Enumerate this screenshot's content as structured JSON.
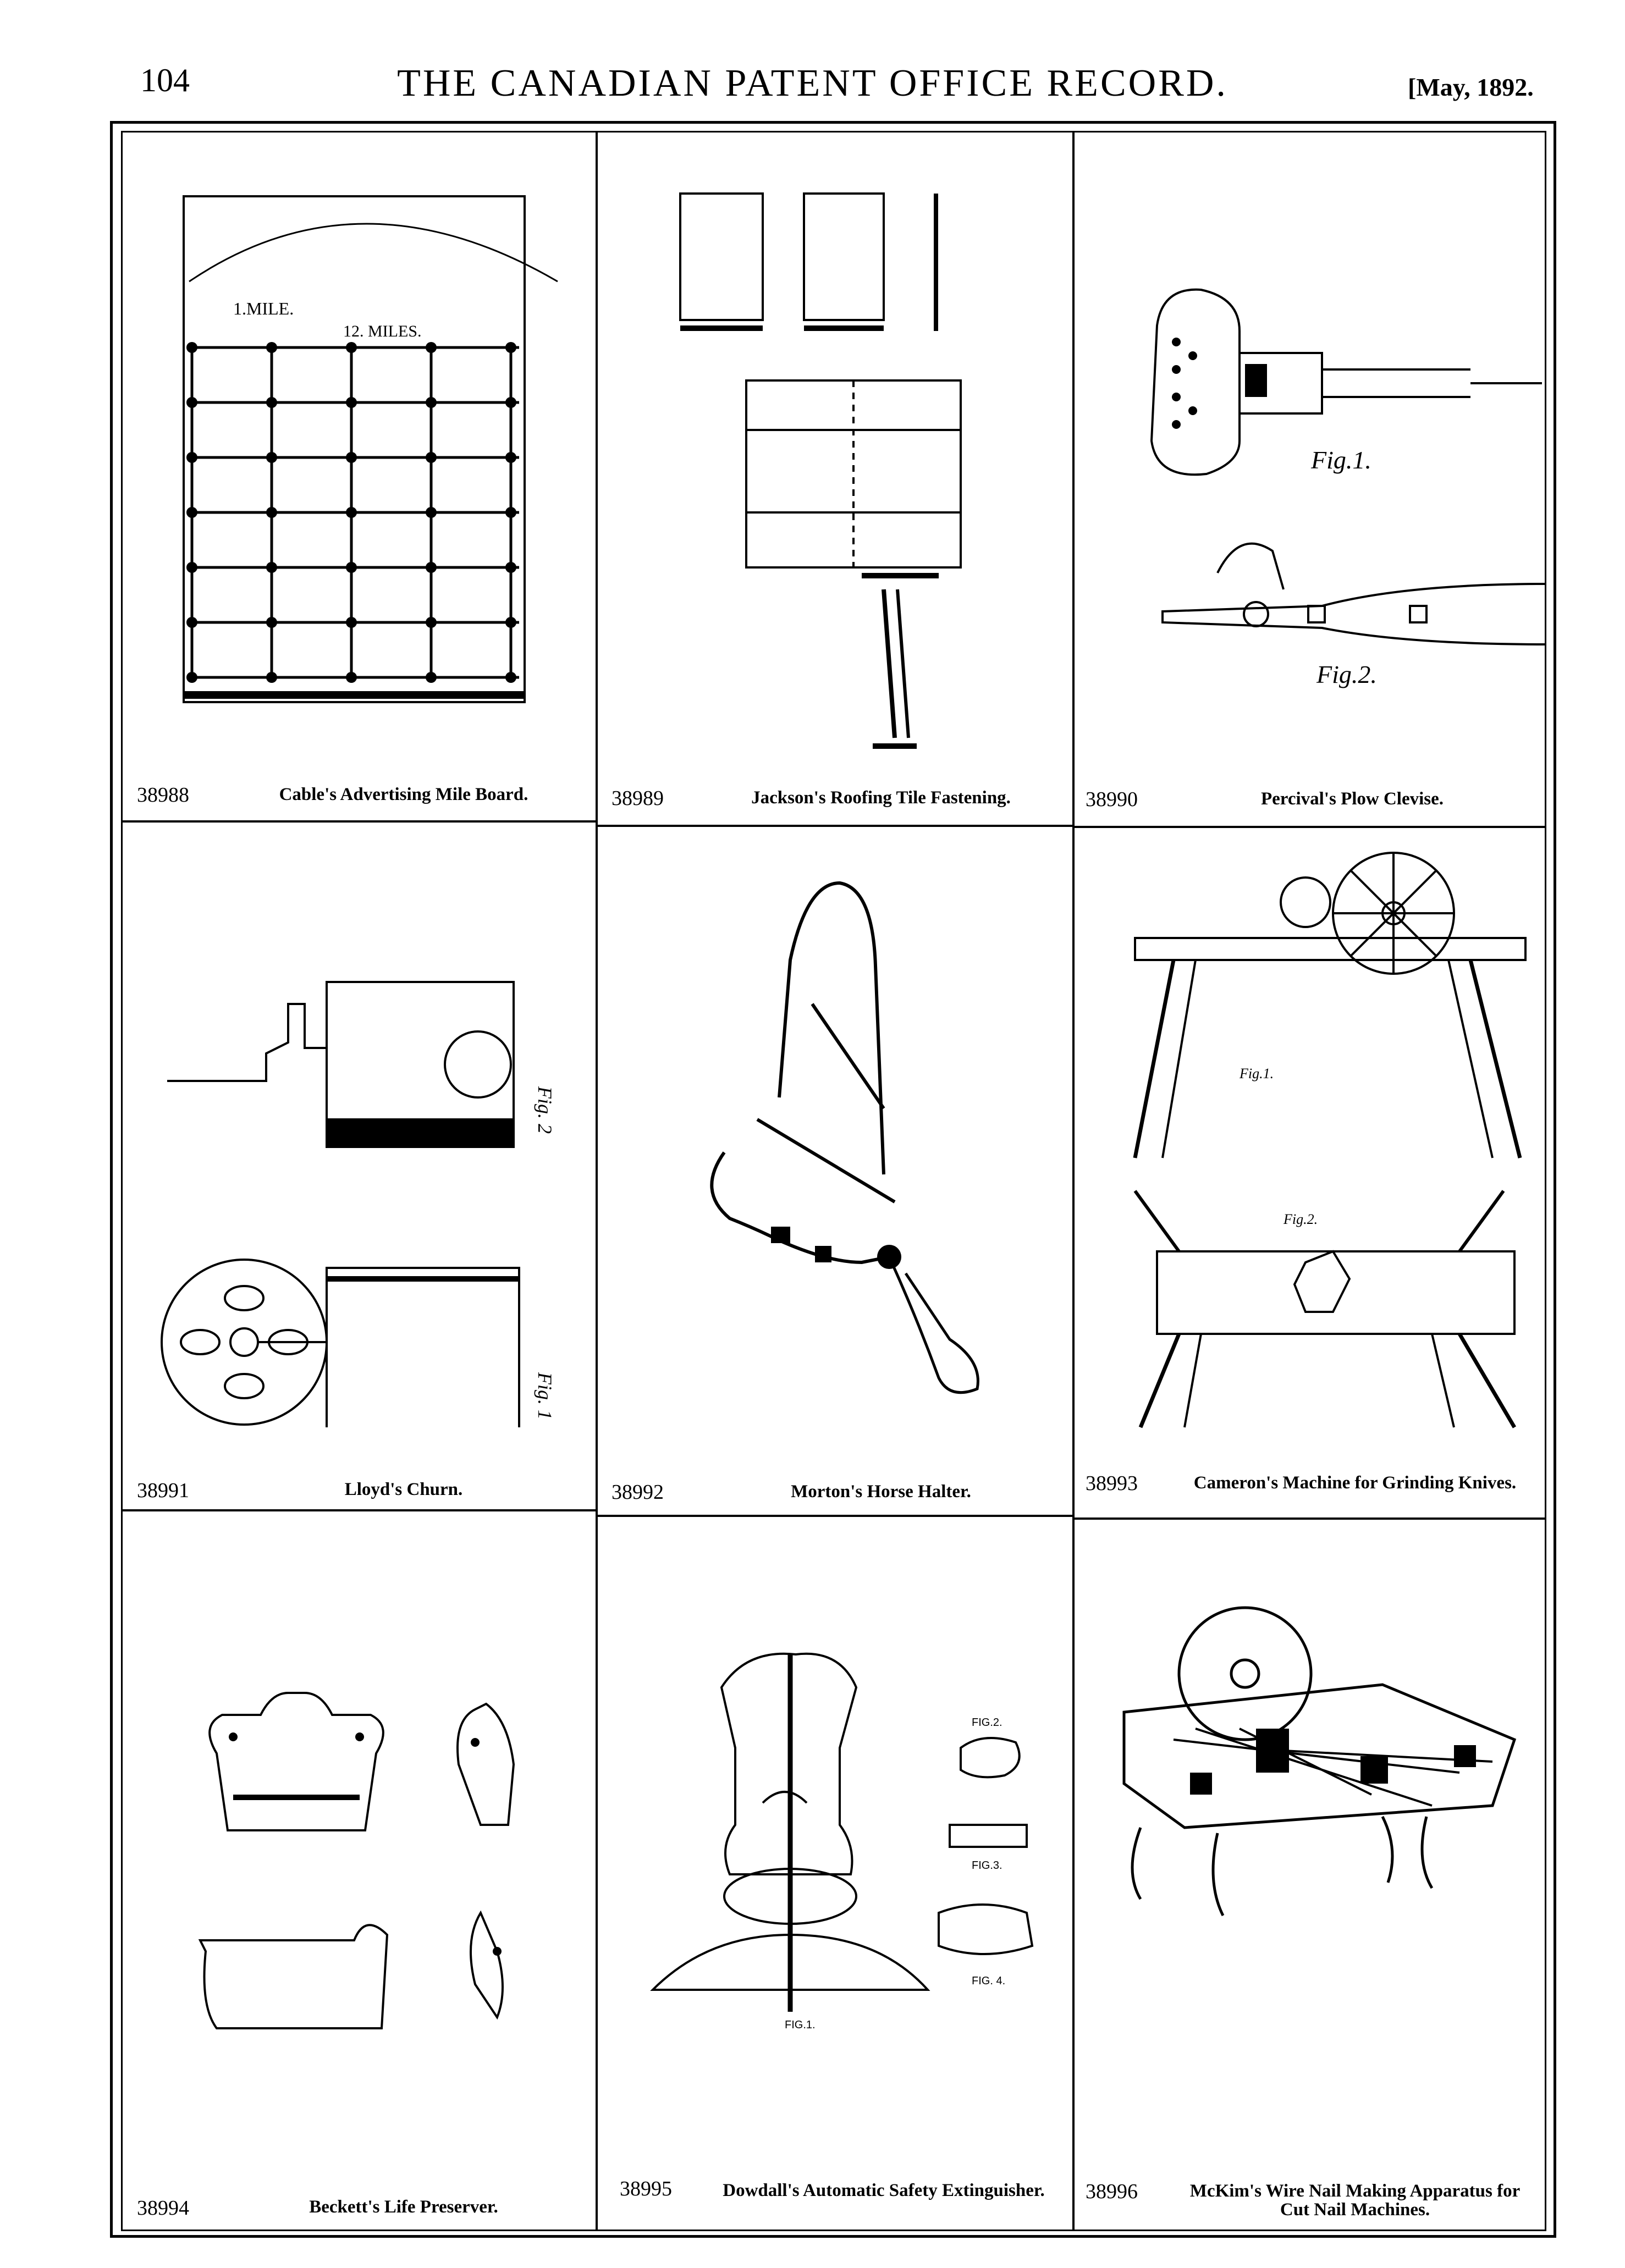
{
  "header": {
    "page_number": "104",
    "journal_title": "THE CANADIAN PATENT OFFICE RECORD.",
    "date": "[May, 1892."
  },
  "patents": [
    {
      "number": "38988",
      "title": "Cable's Advertising Mile Board.",
      "fig_labels": [
        "1.MILE.",
        "12. MILES."
      ]
    },
    {
      "number": "38989",
      "title": "Jackson's Roofing Tile Fastening."
    },
    {
      "number": "38990",
      "title": "Percival's Plow Clevise.",
      "fig_labels": [
        "Fig.1.",
        "Fig.2."
      ]
    },
    {
      "number": "38991",
      "title": "Lloyd's Churn.",
      "fig_labels": [
        "Fig. 2",
        "Fig. 1"
      ]
    },
    {
      "number": "38992",
      "title": "Morton's Horse Halter."
    },
    {
      "number": "38993",
      "title": "Cameron's Machine for Grinding Knives.",
      "fig_labels": [
        "Fig.1.",
        "Fig.2."
      ]
    },
    {
      "number": "38994",
      "title": "Beckett's Life Preserver."
    },
    {
      "number": "38995",
      "title": "Dowdall's Automatic Safety Extinguisher.",
      "fig_labels": [
        "FIG.2.",
        "FIG.3.",
        "FIG.1.",
        "FIG. 4."
      ]
    },
    {
      "number": "38996",
      "title": "McKim's Wire Nail Making Apparatus for Cut Nail Machines."
    }
  ]
}
